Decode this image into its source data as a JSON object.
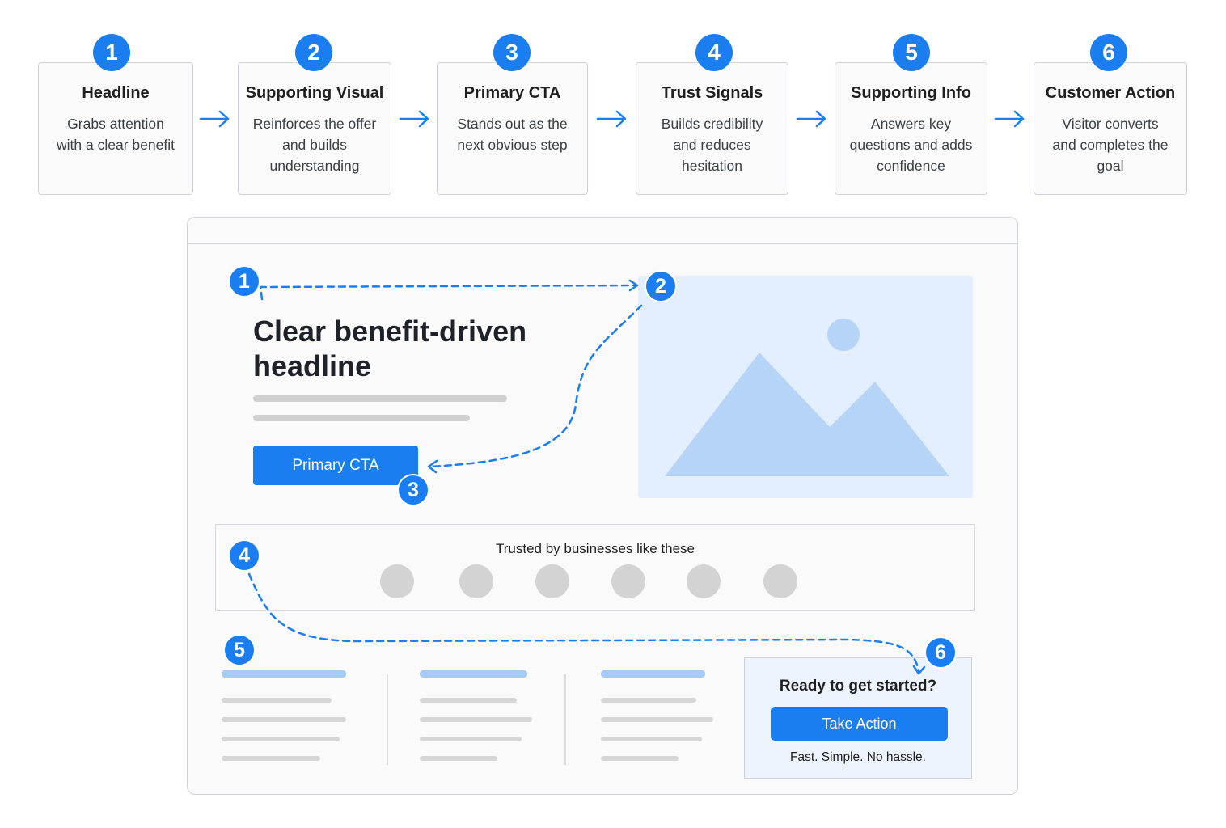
{
  "steps": [
    {
      "num": "1",
      "title": "Headline",
      "desc": "Grabs attention with a clear benefit"
    },
    {
      "num": "2",
      "title": "Supporting Visual",
      "desc": "Reinforces the offer and builds understanding"
    },
    {
      "num": "3",
      "title": "Primary CTA",
      "desc": "Stands out as the next obvious step"
    },
    {
      "num": "4",
      "title": "Trust Signals",
      "desc": "Builds credibility and reduces hesitation"
    },
    {
      "num": "5",
      "title": "Supporting Info",
      "desc": "Answers key questions and adds confidence"
    },
    {
      "num": "6",
      "title": "Customer Action",
      "desc": "Visitor converts and completes the goal"
    }
  ],
  "mockup": {
    "headline": "Clear benefit-driven headline",
    "cta_label": "Primary CTA",
    "trust_title": "Trusted by businesses like these",
    "final_title": "Ready to get started?",
    "final_button": "Take Action",
    "final_sub": "Fast. Simple. No hassle."
  },
  "colors": {
    "accent": "#1a7ef0",
    "image_bg": "#e3efff",
    "image_shape": "#b5d4f8",
    "placeholder": "#d3d3d3"
  }
}
